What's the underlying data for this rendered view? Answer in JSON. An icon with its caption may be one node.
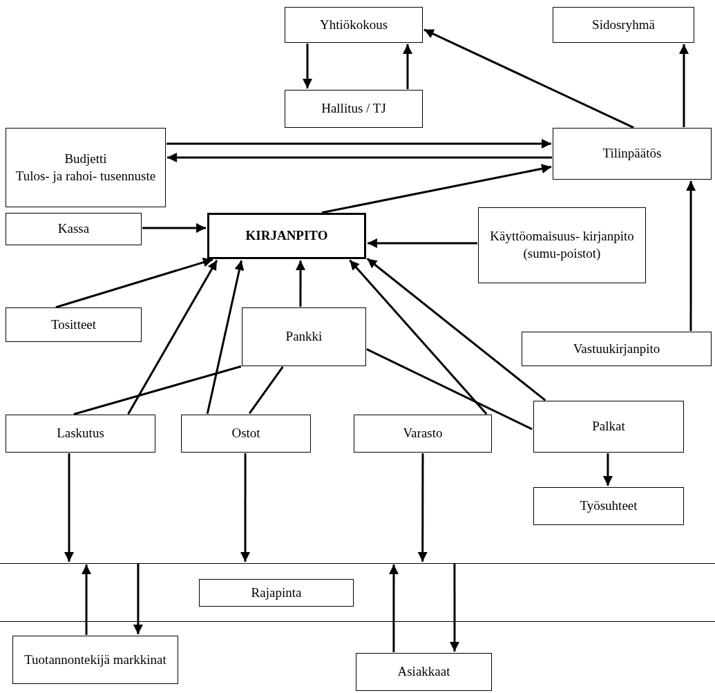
{
  "diagram": {
    "nodes": [
      {
        "text": [
          "Yhtiökokous"
        ]
      },
      {
        "text": [
          "Sidosryhmä"
        ]
      },
      {
        "text": [
          "Hallitus / TJ"
        ]
      },
      {
        "text": [
          "Budjetti",
          "Tulos- ja rahoi- tusennuste"
        ]
      },
      {
        "text": [
          "Tilinpäätös"
        ]
      },
      {
        "text": [
          "Kassa"
        ]
      },
      {
        "text": [
          "KIRJANPITO"
        ]
      },
      {
        "text": [
          "Käyttöomaisuus- kirjanpito (sumu-poistot)"
        ]
      },
      {
        "text": [
          "Tositteet"
        ]
      },
      {
        "text": [
          "Pankki"
        ]
      },
      {
        "text": [
          "Vastuukirjanpito"
        ]
      },
      {
        "text": [
          "Laskutus"
        ]
      },
      {
        "text": [
          "Ostot"
        ]
      },
      {
        "text": [
          "Varasto"
        ]
      },
      {
        "text": [
          "Palkat"
        ]
      },
      {
        "text": [
          "Työsuhteet"
        ]
      },
      {
        "text": [
          "Rajapinta"
        ]
      },
      {
        "text": [
          "Tuotannontekijä markkinat"
        ]
      },
      {
        "text": [
          "Asiakkaat"
        ]
      }
    ],
    "edges": [
      {
        "from": 0,
        "to": 2,
        "arrow": "to"
      },
      {
        "from": 2,
        "to": 0,
        "arrow": "to"
      },
      {
        "from": 4,
        "to": 0,
        "arrow": "to"
      },
      {
        "from": 4,
        "to": 1,
        "arrow": "to"
      },
      {
        "from": 3,
        "to": 4,
        "arrow": "to"
      },
      {
        "from": 4,
        "to": 3,
        "arrow": "to"
      },
      {
        "from": 6,
        "to": 4,
        "arrow": "to"
      },
      {
        "from": 10,
        "to": 4,
        "arrow": "to"
      },
      {
        "from": 5,
        "to": 6,
        "arrow": "to"
      },
      {
        "from": 7,
        "to": 6,
        "arrow": "to"
      },
      {
        "from": 8,
        "to": 6,
        "arrow": "to"
      },
      {
        "from": 9,
        "to": 6,
        "arrow": "to"
      },
      {
        "from": 11,
        "to": 6,
        "arrow": "to"
      },
      {
        "from": 12,
        "to": 6,
        "arrow": "to"
      },
      {
        "from": 13,
        "to": 6,
        "arrow": "to"
      },
      {
        "from": 14,
        "to": 6,
        "arrow": "to"
      },
      {
        "from": 9,
        "to": 11,
        "arrow": "none"
      },
      {
        "from": 9,
        "to": 12,
        "arrow": "none"
      },
      {
        "from": 9,
        "to": 14,
        "arrow": "none"
      },
      {
        "from": 14,
        "to": 15,
        "arrow": "to"
      },
      {
        "from": 11,
        "to": 16,
        "arrow": "to"
      },
      {
        "from": 12,
        "to": 16,
        "arrow": "to"
      },
      {
        "from": 13,
        "to": 16,
        "arrow": "to"
      },
      {
        "from": 17,
        "to": 16,
        "arrow": "to"
      },
      {
        "from": 16,
        "to": 17,
        "arrow": "to"
      },
      {
        "from": 18,
        "to": 16,
        "arrow": "to"
      },
      {
        "from": 16,
        "to": 18,
        "arrow": "to"
      }
    ]
  }
}
